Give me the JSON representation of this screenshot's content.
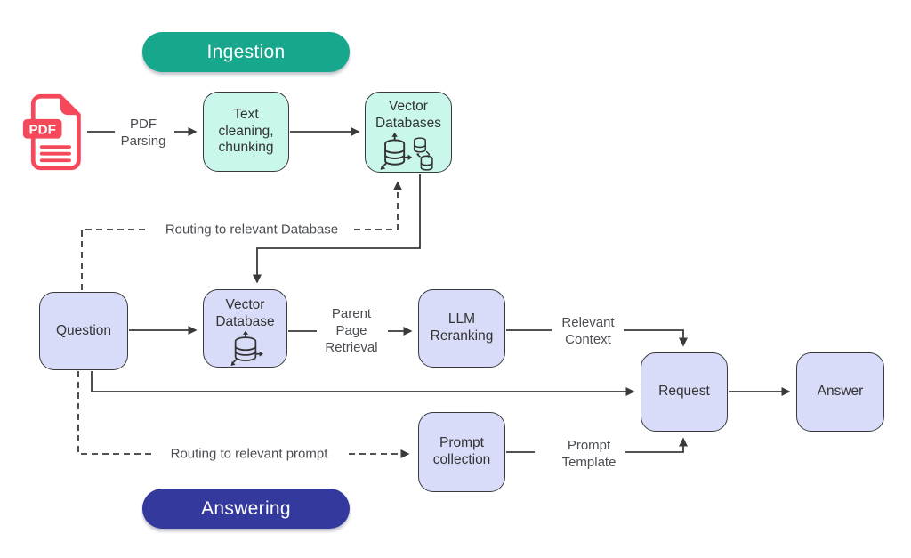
{
  "diagram": {
    "badges": {
      "ingestion": "Ingestion",
      "answering": "Answering"
    },
    "nodes": {
      "pdf_badge": "PDF",
      "text_cleaning": "Text cleaning, chunking",
      "vector_databases": "Vector Databases",
      "question": "Question",
      "vector_database": "Vector Database",
      "llm_reranking": "LLM Reranking",
      "request": "Request",
      "answer": "Answer",
      "prompt_collection": "Prompt collection"
    },
    "edge_labels": {
      "pdf_parsing": "PDF Parsing",
      "routing_database": "Routing to relevant Database",
      "parent_page_retrieval": "Parent Page Retrieval",
      "relevant_context": "Relevant Context",
      "routing_prompt": "Routing to relevant prompt",
      "prompt_template": "Prompt Template"
    },
    "colors": {
      "ingestion_badge": "#17A78C",
      "answering_badge": "#34399E",
      "mint_fill": "#C9F7EB",
      "lavender_fill": "#D9DCF8",
      "node_border": "#3A3A3E",
      "node_text": "#333333",
      "connector": "#3A3A3A",
      "label_text": "#4A4D52",
      "pdf_red": "#F5495B",
      "badge_text": "#FFFFFF"
    }
  }
}
